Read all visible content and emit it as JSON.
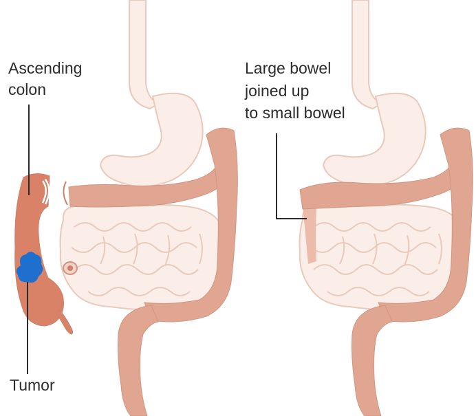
{
  "labels": {
    "ascending_colon": [
      "Ascending",
      "colon"
    ],
    "tumor": "Tumor",
    "large_bowel": [
      "Large bowel",
      "joined up",
      "to small bowel"
    ]
  },
  "colors": {
    "outline_pale": "#e8c9bb",
    "fill_pale": "#fbeee8",
    "colon": "#e0a691",
    "colon_dark": "#c8836a",
    "ascending": "#d98268",
    "tumor": "#1f6fcf",
    "leader_line": "#2b2b2b"
  }
}
